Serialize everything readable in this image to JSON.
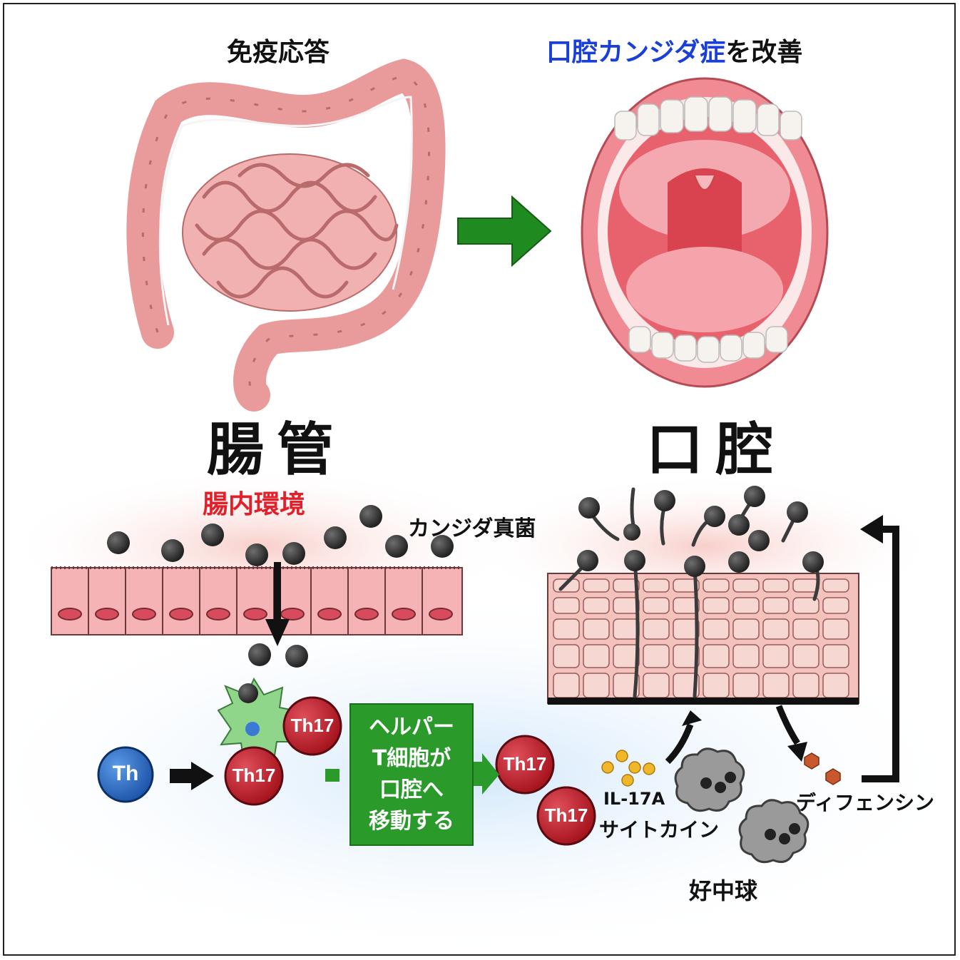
{
  "top": {
    "immune_response": "免疫応答",
    "improve_blue": "口腔カンジダ症",
    "improve_rest": "を改善",
    "gut_label": "腸管",
    "mouth_label": "口腔"
  },
  "bottom": {
    "gut_environment": "腸内環境",
    "candida": "カンジダ真菌",
    "th": "Th",
    "th17": "Th17",
    "helper_box": [
      "ヘルパー",
      "T細胞が",
      "口腔へ",
      "移動する"
    ],
    "il17": "IL-17A",
    "cytokine": "サイトカイン",
    "defensin": "ディフェンシン",
    "neutrophil": "好中球"
  },
  "colors": {
    "green_arrow": "#1f8a1f",
    "red_text": "#e3202a",
    "blue_text": "#1a3fd6",
    "th17_cell": "#c8202a",
    "th_cell": "#2a6fc8",
    "intestine": "#f0a6a6"
  }
}
